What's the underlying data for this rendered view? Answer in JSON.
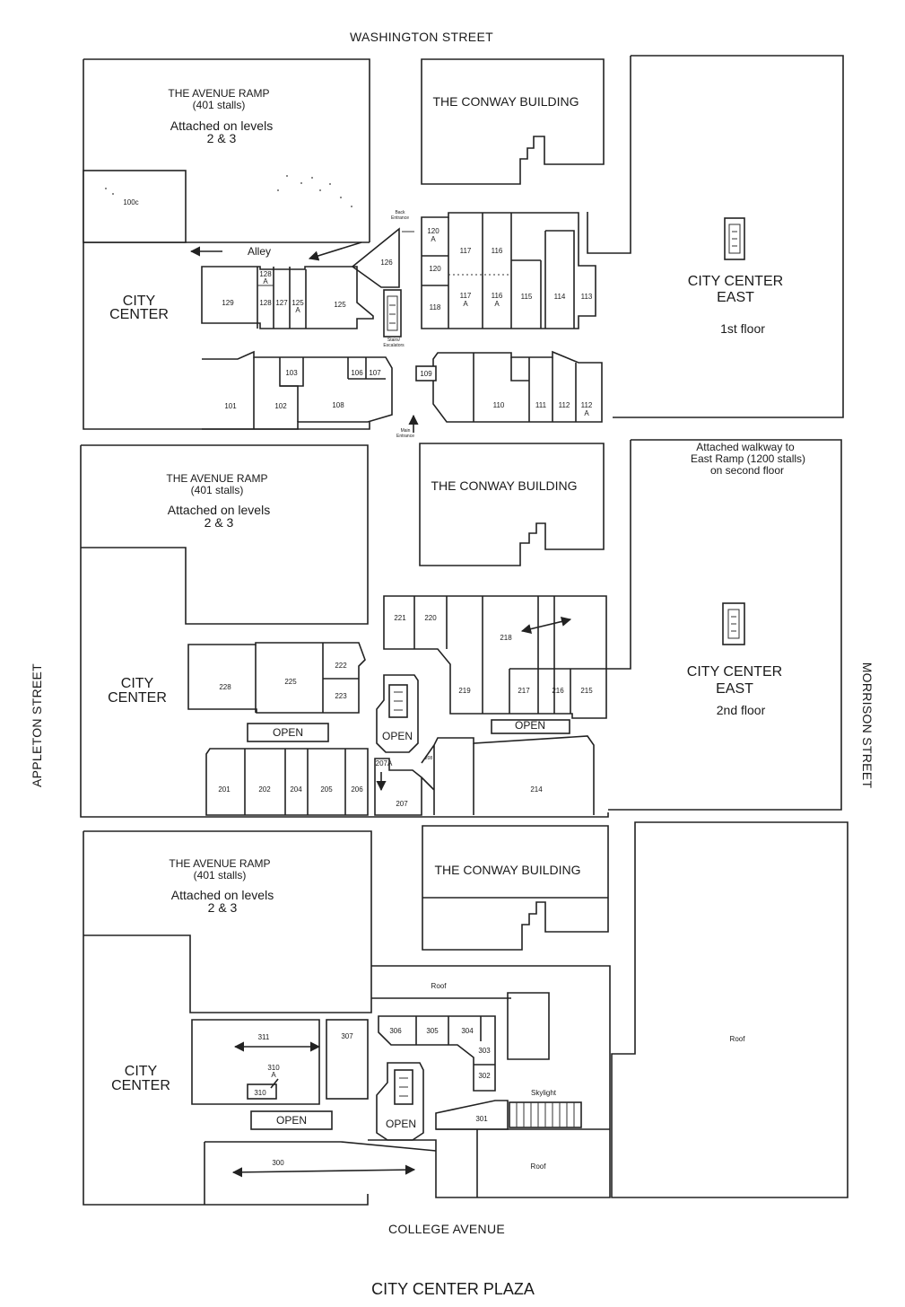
{
  "title": "CITY CENTER PLAZA",
  "streets": {
    "north": "WASHINGTON STREET",
    "south": "COLLEGE AVENUE",
    "west": "APPLETON STREET",
    "east": "MORRISON STREET"
  },
  "common": {
    "ramp_name": "THE AVENUE RAMP",
    "ramp_stalls": "(401 stalls)",
    "ramp_attached": "Attached on levels",
    "ramp_levels": "2 & 3",
    "conway": "THE CONWAY BUILDING",
    "city": "CITY",
    "center": "CENTER",
    "cce_line1": "CITY CENTER",
    "cce_line2": "EAST",
    "open": "OPEN",
    "roof": "Roof"
  },
  "floor1": {
    "floor_label": "1st floor",
    "alley": "Alley",
    "back_entrance_1": "Back",
    "back_entrance_2": "Entrance",
    "main_entrance_1": "Main",
    "main_entrance_2": "Entrance",
    "stairs_1": "Stairs/",
    "stairs_2": "Escalators",
    "units": {
      "u100c": "100c",
      "u129": "129",
      "u128a_n": "128",
      "u128a_a": "A",
      "u128": "128",
      "u127": "127",
      "u125a_n": "125",
      "u125a_a": "A",
      "u125": "125",
      "u126": "126",
      "u120a_n": "120",
      "u120a_a": "A",
      "u120": "120",
      "u118": "118",
      "u117": "117",
      "u116": "116",
      "u117a_n": "117",
      "u117a_a": "A",
      "u116a_n": "116",
      "u116a_a": "A",
      "u115": "115",
      "u114": "114",
      "u113": "113",
      "u101": "101",
      "u102": "102",
      "u103": "103",
      "u106": "106",
      "u107": "107",
      "u108": "108",
      "u109": "109",
      "u110": "110",
      "u111": "111",
      "u112": "112",
      "u112a_n": "112",
      "u112a_a": "A"
    }
  },
  "floor2": {
    "floor_label": "2nd floor",
    "walkway_1": "Attached walkway to",
    "walkway_2": "East Ramp (1200 stalls)",
    "walkway_3": "on second floor",
    "units": {
      "u221": "221",
      "u220": "220",
      "u218": "218",
      "u219": "219",
      "u217": "217",
      "u216": "216",
      "u215": "215",
      "u228": "228",
      "u225": "225",
      "u222": "222",
      "u223": "223",
      "u201": "201",
      "u202": "202",
      "u204": "204",
      "u205": "205",
      "u206": "206",
      "u207a": "207A",
      "u207": "207",
      "u208": "208",
      "u214": "214"
    }
  },
  "floor3": {
    "skylight": "Skylight",
    "units": {
      "u311": "311",
      "u307": "307",
      "u310a_n": "310",
      "u310a_a": "A",
      "u310": "310",
      "u306": "306",
      "u305": "305",
      "u304": "304",
      "u303": "303",
      "u302": "302",
      "u301": "301",
      "u300": "300"
    }
  }
}
